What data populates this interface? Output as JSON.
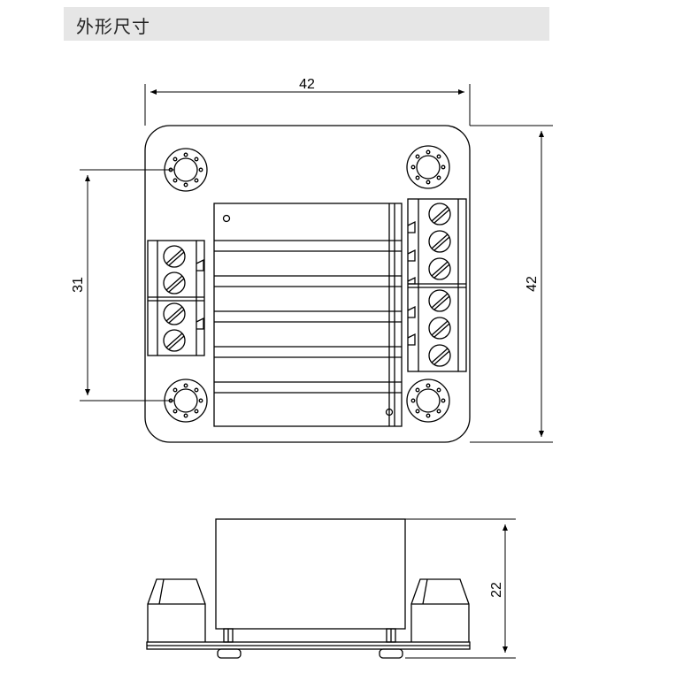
{
  "header": {
    "title": "外形尺寸"
  },
  "dimensions": {
    "top_width": "42",
    "top_height": "42",
    "hole_spacing": "31",
    "side_height": "22"
  },
  "colors": {
    "line": "#000000",
    "header_bg": "#e6e6e6"
  }
}
